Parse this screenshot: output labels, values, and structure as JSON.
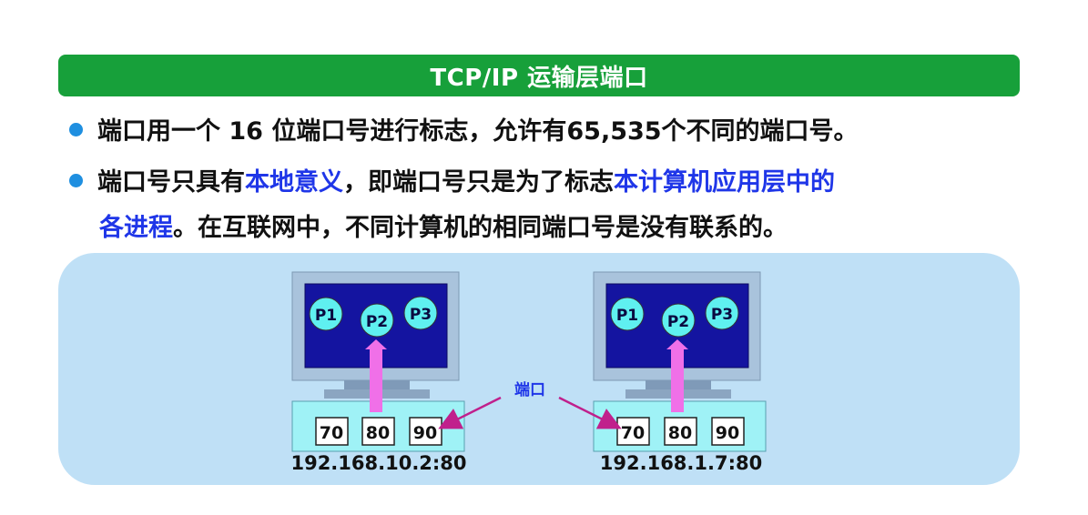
{
  "title": "TCP/IP 运输层端口",
  "bullets": [
    {
      "text": "端口用一个 16 位端口号进行标志，允许有65,535个不同的端口号。"
    },
    {
      "part1": "端口号只具有",
      "hl1": "本地意义",
      "part2": "，即端口号只是为了标志",
      "hl2": "本计算机应用层中的",
      "hl3": "各进程",
      "part3": "。在互联网中，不同计算机的相同端口号是没有联系的。"
    }
  ],
  "diagram": {
    "port_label": "端口",
    "computers": [
      {
        "processes": [
          "P1",
          "P2",
          "P3"
        ],
        "ports": [
          "70",
          "80",
          "90"
        ],
        "address": "192.168.10.2:80"
      },
      {
        "processes": [
          "P1",
          "P2",
          "P3"
        ],
        "ports": [
          "70",
          "80",
          "90"
        ],
        "address": "192.168.1.7:80"
      }
    ]
  },
  "colors": {
    "title_bar": "#17a03a",
    "bullet_dot": "#1f8fe0",
    "highlight": "#1f36e8",
    "panel": "#bfe0f6",
    "screen": "#1414a0",
    "process": "#5ff0f0",
    "arrow": "#f070e8",
    "pointer": "#c0208c"
  }
}
